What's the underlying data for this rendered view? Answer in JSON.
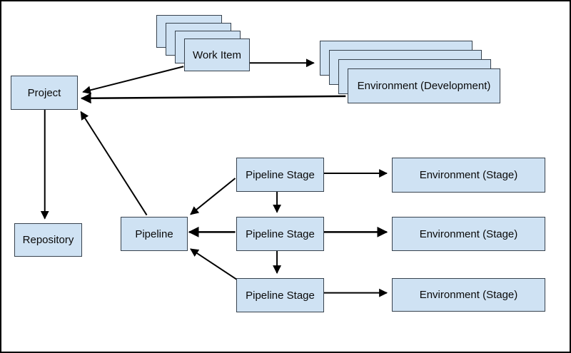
{
  "diagram": {
    "background": "#ffffff",
    "colors": {
      "node_fill": "#cfe2f3",
      "node_border": "#37424e",
      "arrow": "#000000",
      "canvas_border": "#000000",
      "text": "#0a0a0a"
    },
    "nodes": {
      "project": "Project",
      "work_item": "Work Item",
      "environment_development": "Environment (Development)",
      "repository": "Repository",
      "pipeline": "Pipeline",
      "pipeline_stage_1": "Pipeline Stage",
      "pipeline_stage_2": "Pipeline Stage",
      "pipeline_stage_3": "Pipeline Stage",
      "environment_stage_1": "Environment (Stage)",
      "environment_stage_2": "Environment (Stage)",
      "environment_stage_3": "Environment (Stage)"
    },
    "stacked_nodes": [
      "work_item",
      "environment_development"
    ],
    "edges": [
      {
        "from": "work_item",
        "to": "project"
      },
      {
        "from": "work_item",
        "to": "environment_development"
      },
      {
        "from": "environment_development",
        "to": "project"
      },
      {
        "from": "project",
        "to": "repository"
      },
      {
        "from": "pipeline",
        "to": "project"
      },
      {
        "from": "pipeline_stage_1",
        "to": "pipeline"
      },
      {
        "from": "pipeline_stage_2",
        "to": "pipeline"
      },
      {
        "from": "pipeline_stage_3",
        "to": "pipeline"
      },
      {
        "from": "pipeline_stage_1",
        "to": "pipeline_stage_2"
      },
      {
        "from": "pipeline_stage_2",
        "to": "pipeline_stage_3"
      },
      {
        "from": "pipeline_stage_1",
        "to": "environment_stage_1"
      },
      {
        "from": "pipeline_stage_2",
        "to": "environment_stage_2"
      },
      {
        "from": "pipeline_stage_3",
        "to": "environment_stage_3"
      }
    ]
  }
}
